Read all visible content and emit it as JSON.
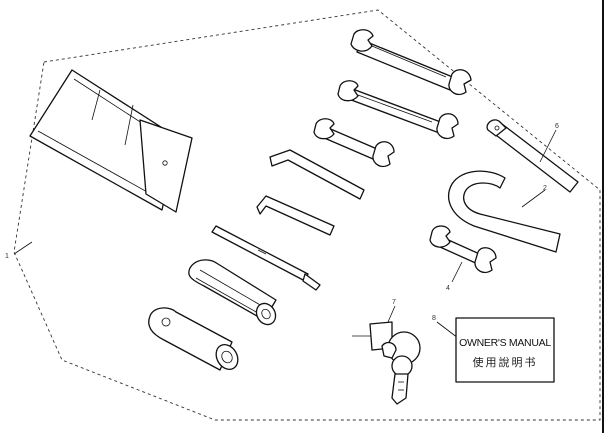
{
  "callouts": {
    "kit": "1",
    "pin_spanner": "2",
    "open_wrench": "4",
    "tommy_bar": "6",
    "keys": "7",
    "manual": "8"
  },
  "manual": {
    "title_en": "OWNER'S MANUAL",
    "title_zh": "使用說明书"
  }
}
